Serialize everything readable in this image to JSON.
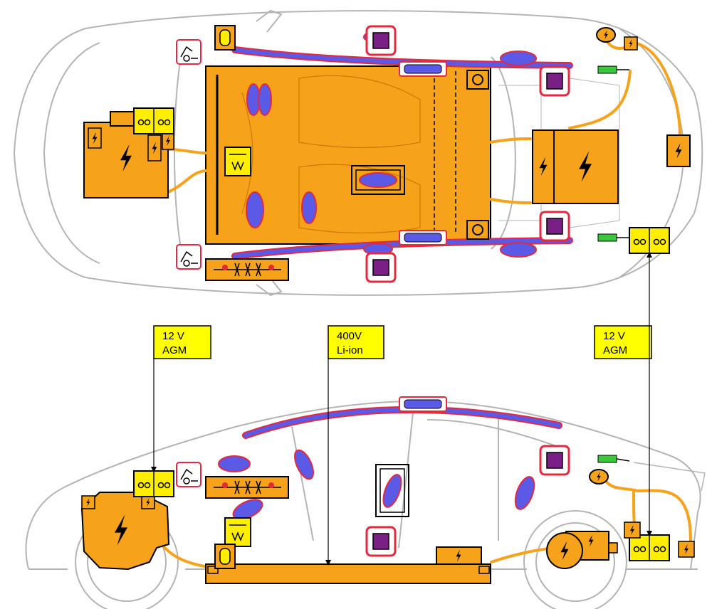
{
  "callouts": {
    "front_battery": {
      "voltage": "12 V",
      "type": "AGM"
    },
    "hv_battery": {
      "voltage": "400V",
      "type": "Li-ion"
    },
    "rear_battery": {
      "voltage": "12 V",
      "type": "AGM"
    }
  },
  "colors": {
    "high_voltage": "#f7a21b",
    "airbag_fill": "#5a5ae6",
    "airbag_outline": "#e6283c",
    "callout_fill": "#ffff00",
    "battery_12v": "#ffee00",
    "sensor": "#7a1f86",
    "cable_green": "#3cc83c",
    "car_outline": "#b4b4b4"
  },
  "icons": [
    "high-voltage-icon",
    "battery-12v-icon",
    "airbag-icon",
    "sensor-icon",
    "hood-lift-icon",
    "seatbelt-pretensioner-icon",
    "gas-inflator-icon",
    "electric-motor-icon",
    "charging-socket-icon"
  ]
}
